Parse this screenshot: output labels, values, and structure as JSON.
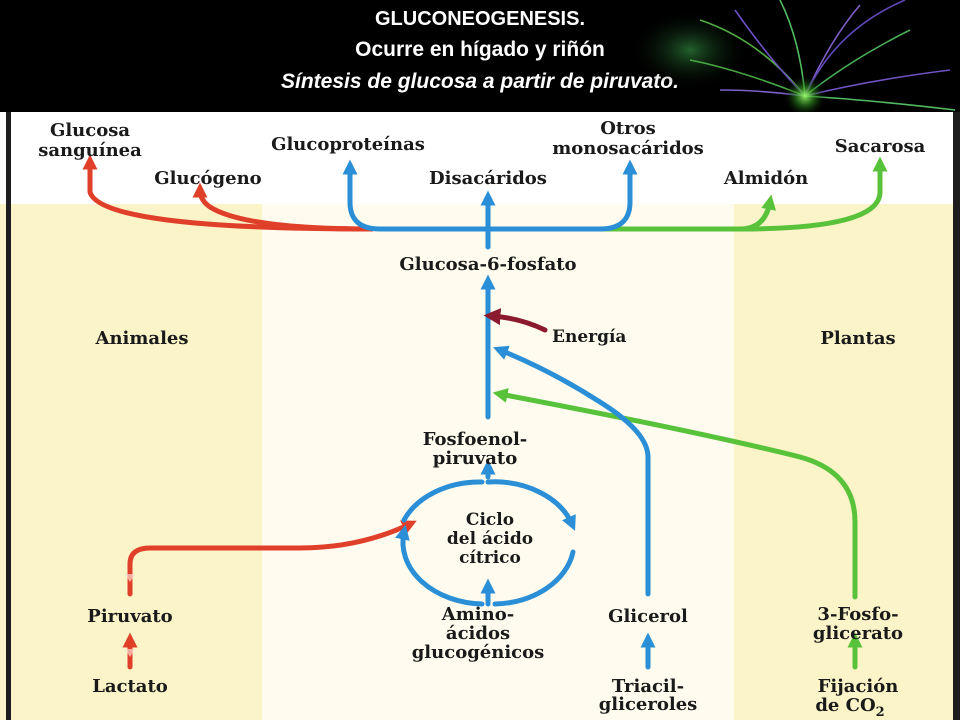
{
  "header": {
    "line1": "GLUCONEOGENESIS.",
    "line2": "Ocurre en hígado y riñón",
    "line3": "Síntesis de glucosa a partir de piruvato."
  },
  "colors": {
    "animal_path": "#e0402a",
    "central_path": "#2a8fd6",
    "plant_path": "#58c23a",
    "energy": "#8b1a2e",
    "panel_side": "#fbf4c9",
    "panel_center": "#fffcef"
  },
  "sections": {
    "animals": "Animales",
    "plants": "Plantas"
  },
  "products": {
    "glucosa_l1": "Glucosa",
    "glucosa_l2": "sanguínea",
    "glucoproteinas": "Glucoproteínas",
    "otros_l1": "Otros",
    "otros_l2": "monosacáridos",
    "sacarosa": "Sacarosa",
    "glucogeno": "Glucógeno",
    "disacaridos": "Disacáridos",
    "almidon": "Almidón"
  },
  "pathway": {
    "g6p": "Glucosa-6-fosfato",
    "energia": "Energía",
    "pep_l1": "Fosfoenol-",
    "pep_l2": "piruvato",
    "ciclo_l1": "Ciclo",
    "ciclo_l2": "del ácido",
    "ciclo_l3": "cítrico"
  },
  "precursors": {
    "piruvato": "Piruvato",
    "lactato": "Lactato",
    "amino_l1": "Amino-",
    "amino_l2": "ácidos",
    "amino_l3": "glucogénicos",
    "glicerol": "Glicerol",
    "triacil_l1": "Triacil-",
    "triacil_l2": "gliceroles",
    "fosfo_l1": "3-Fosfo-",
    "fosfo_l2": "glicerato",
    "fijacion_l1": "Fijación",
    "fijacion_l2": "de CO",
    "fijacion_sub": "2"
  }
}
